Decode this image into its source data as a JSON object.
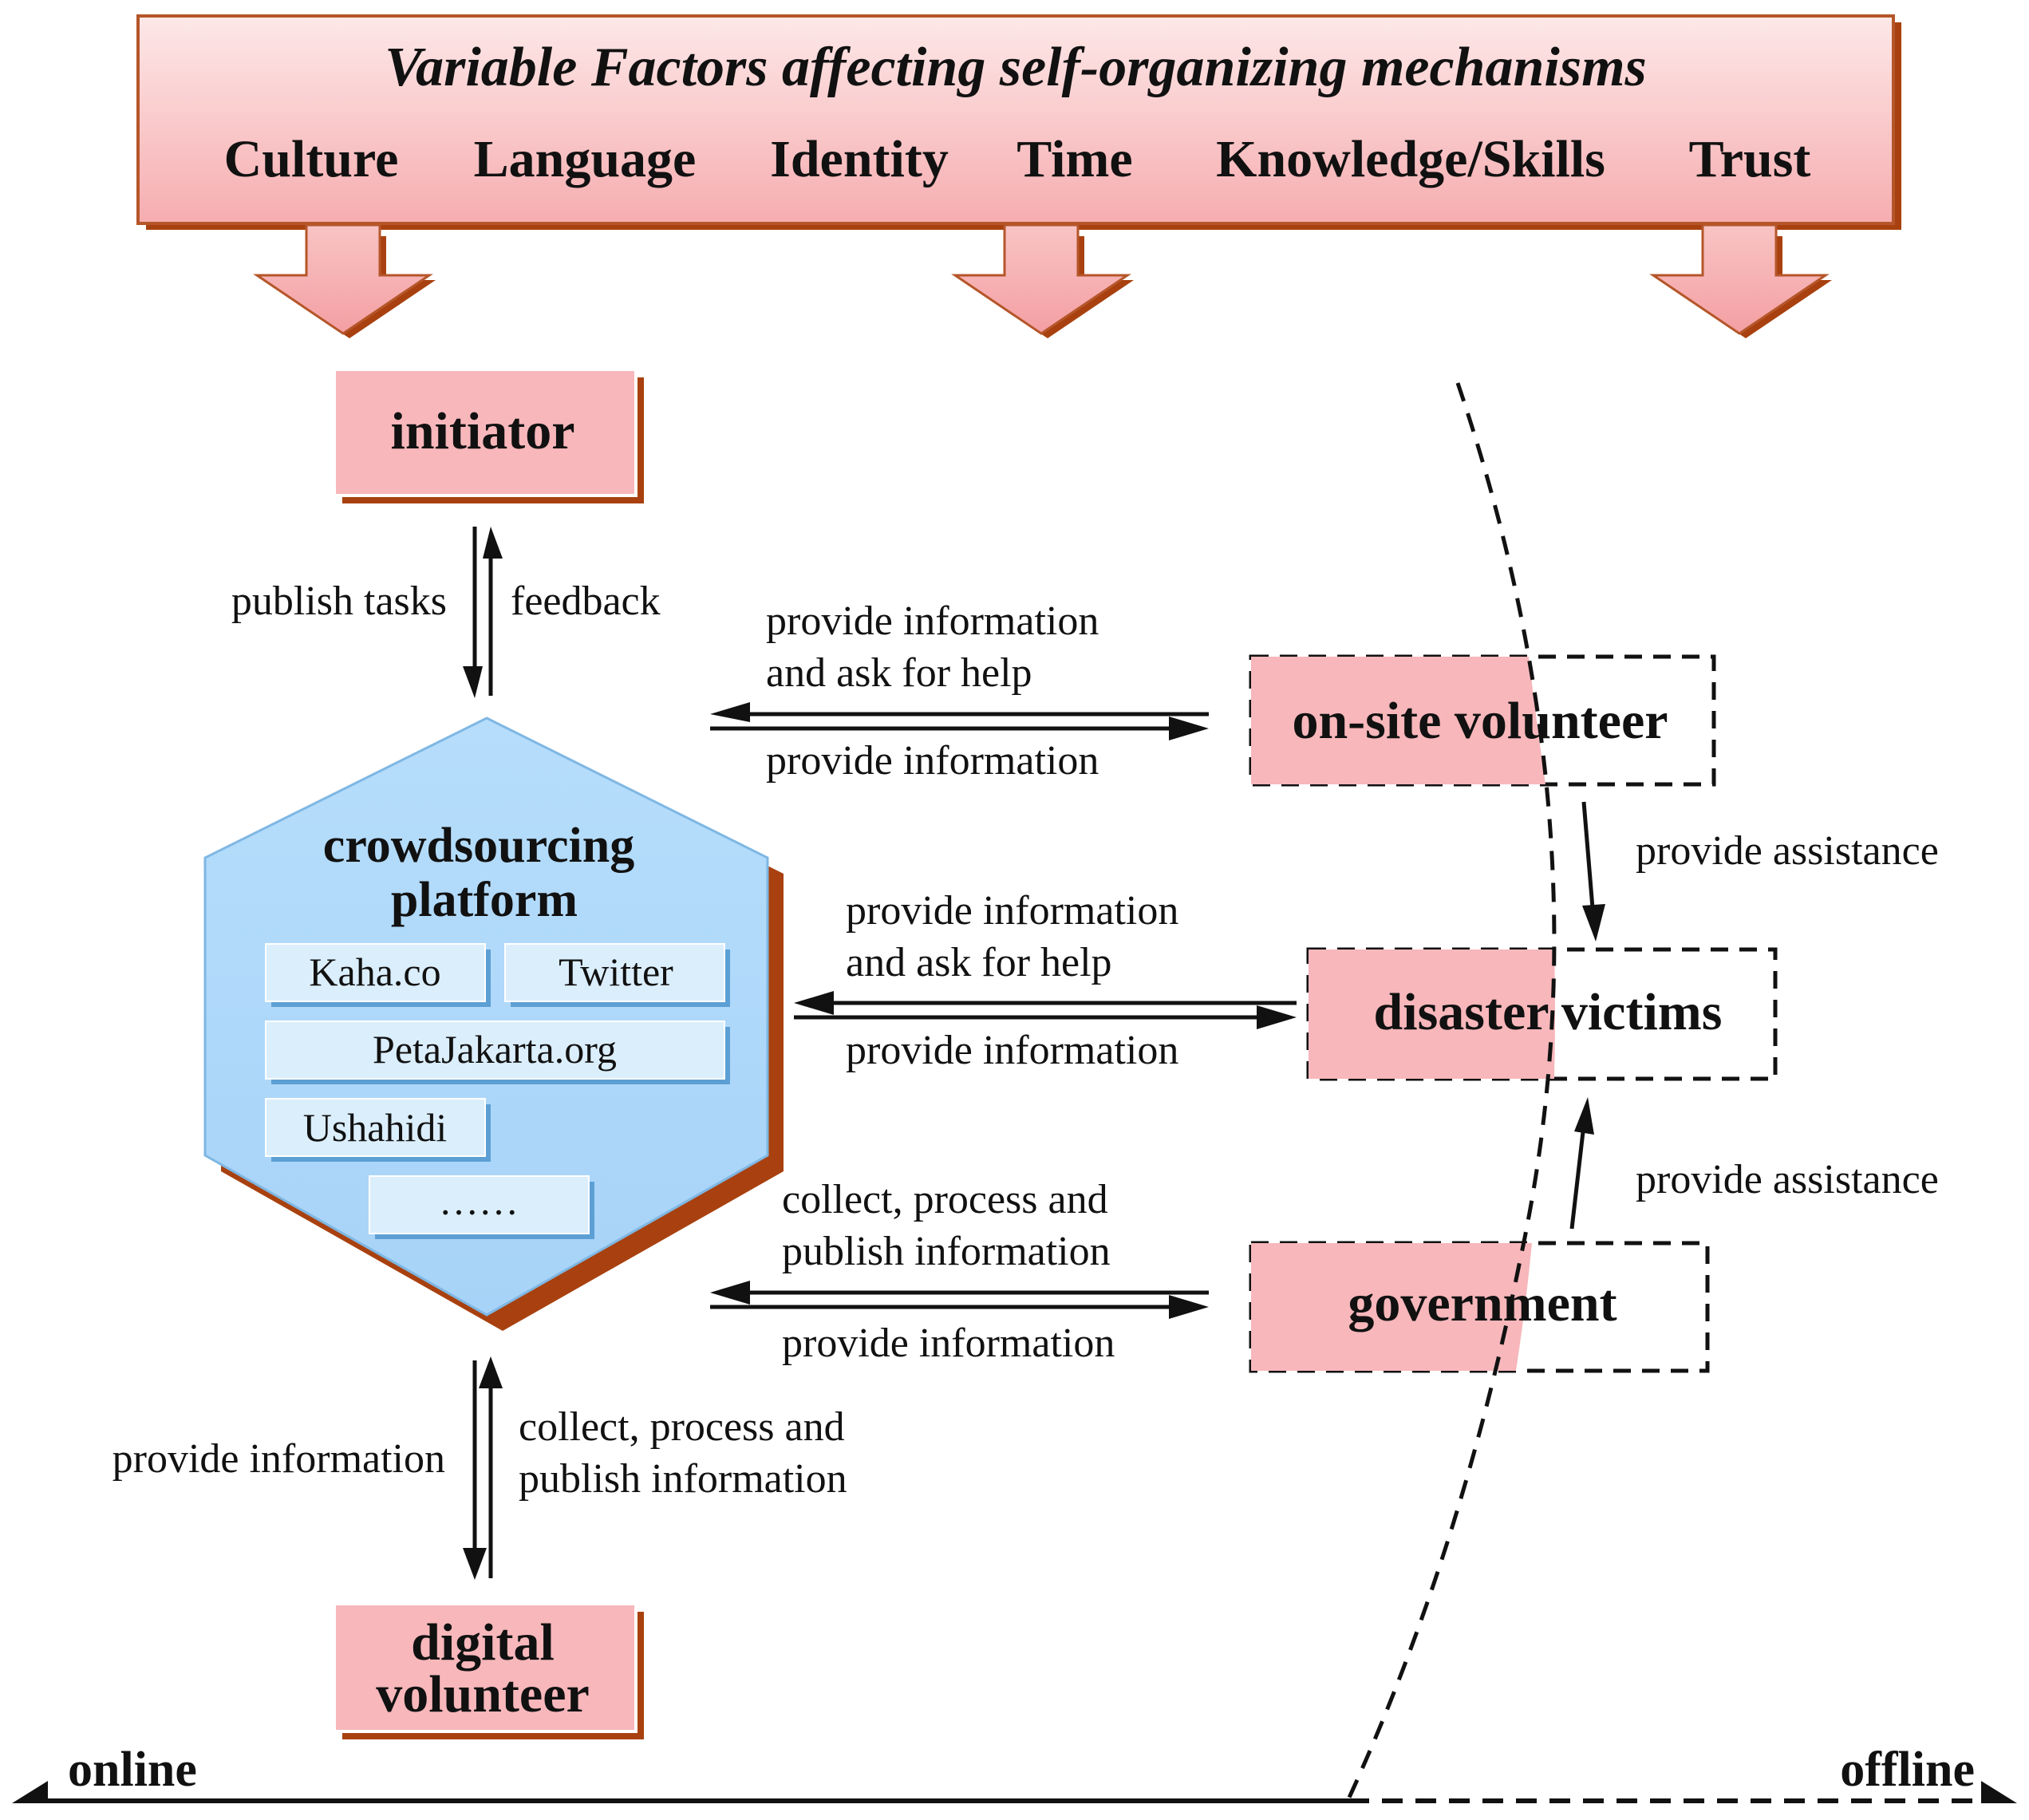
{
  "banner": {
    "title": "Variable Factors affecting self-organizing mechanisms",
    "factors": [
      "Culture",
      "Language",
      "Identity",
      "Time",
      "Knowledge/Skills",
      "Trust"
    ]
  },
  "nodes": {
    "initiator": "initiator",
    "platform_line1": "crowdsourcing",
    "platform_line2": "platform",
    "digital_volunteer_line1": "digital",
    "digital_volunteer_line2": "volunteer",
    "onsite_volunteer": "on-site volunteer",
    "disaster_victims": "disaster victims",
    "government": "government"
  },
  "platform_apps": [
    "Kaha.co",
    "Twitter",
    "PetaJakarta.org",
    "Ushahidi",
    "……"
  ],
  "edges": {
    "initiator_to_platform": "publish tasks",
    "platform_to_initiator": "feedback",
    "onsite_to_platform_1": "provide information",
    "onsite_to_platform_2": "and ask for help",
    "platform_to_onsite": "provide information",
    "onsite_to_victims": "provide assistance",
    "victims_to_platform_1": "provide information",
    "victims_to_platform_2": "and ask for help",
    "platform_to_victims": "provide information",
    "government_to_victims": "provide assistance",
    "government_to_platform_1": "collect, process and",
    "government_to_platform_2": "publish information",
    "platform_to_government": "provide information",
    "digital_to_platform": "provide information",
    "platform_to_digital_1": "collect, process and",
    "platform_to_digital_2": "publish information"
  },
  "axis": {
    "online": "online",
    "offline": "offline"
  },
  "colors": {
    "banner_fill_top": "#fde6e6",
    "banner_fill_bottom": "#f7b3b3",
    "box_fill": "#f7b7bb",
    "shadow": "#a8410f",
    "platform_fill": "#b2dbfb",
    "app_fill": "#dbeefc",
    "app_shadow": "#5c9fd4",
    "ink": "#111111"
  }
}
